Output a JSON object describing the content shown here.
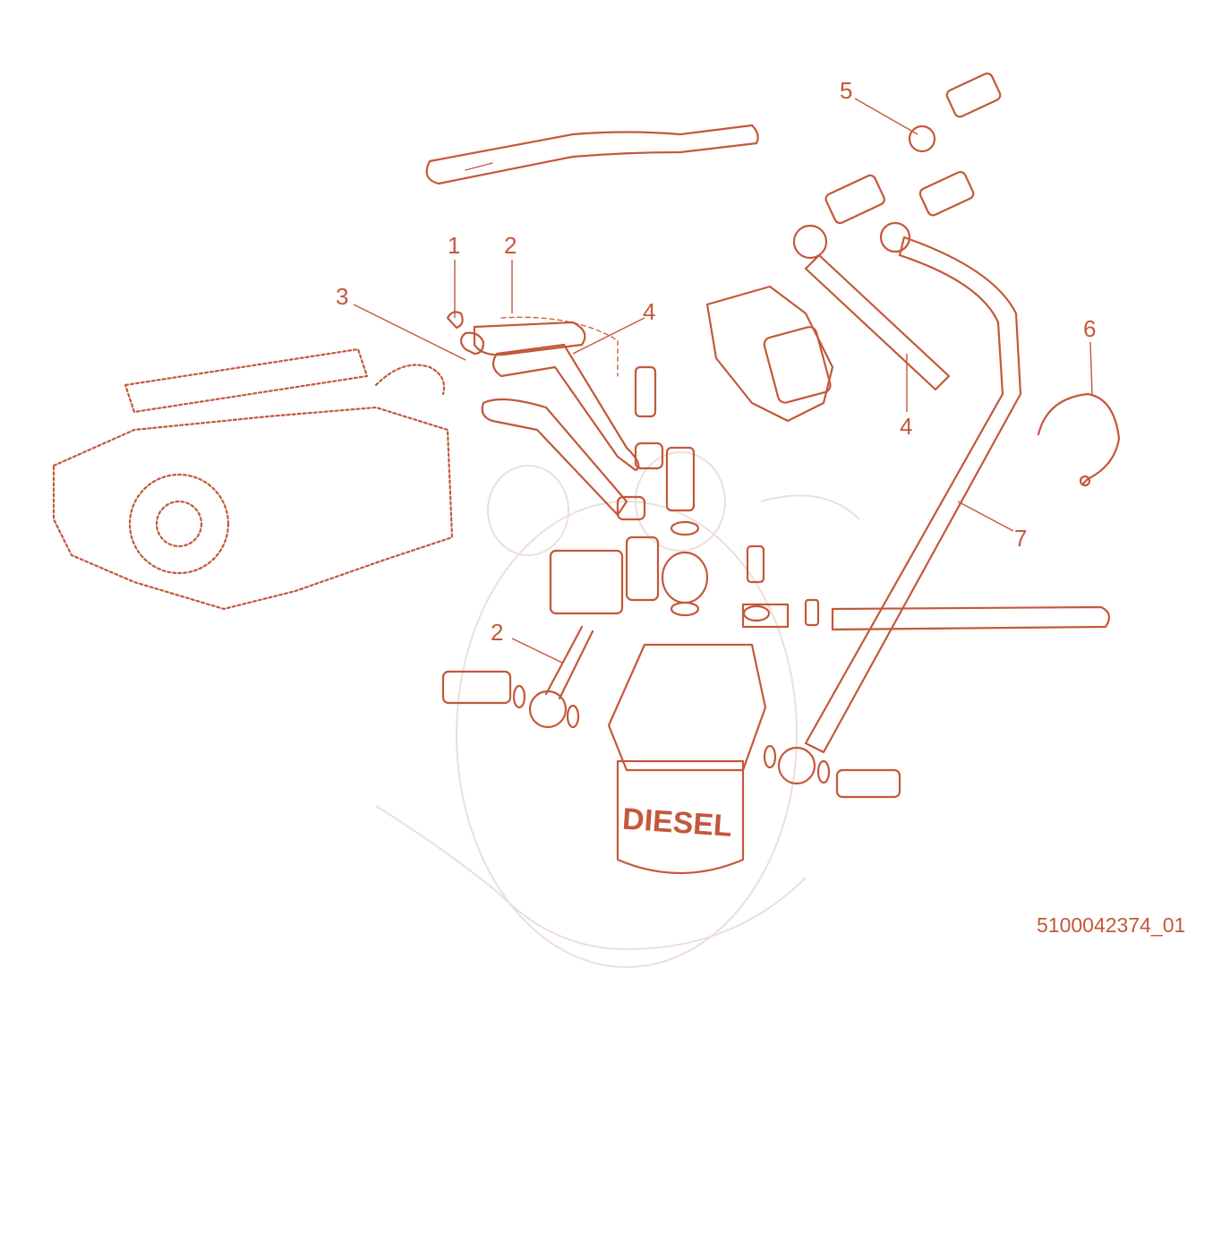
{
  "colors": {
    "ink": "#c4583a",
    "faint": "#eadcd6",
    "background": "#ffffff"
  },
  "callouts": [
    {
      "label": "1"
    },
    {
      "label": "2"
    },
    {
      "label": "3"
    },
    {
      "label": "4"
    },
    {
      "label": "5"
    },
    {
      "label": "6"
    },
    {
      "label": "4"
    },
    {
      "label": "7"
    },
    {
      "label": "2"
    }
  ],
  "filter_text": "DIESEL",
  "reference_number": "5100042374_01"
}
